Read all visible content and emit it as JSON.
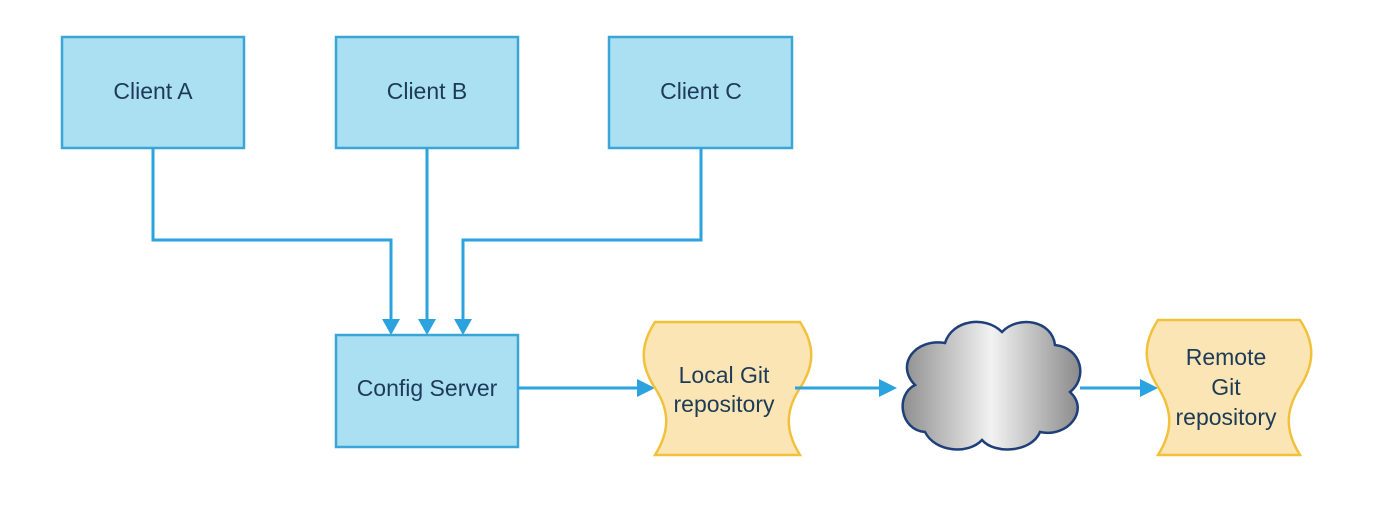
{
  "diagram": {
    "clients": [
      {
        "label": "Client A"
      },
      {
        "label": "Client B"
      },
      {
        "label": "Client C"
      }
    ],
    "config_server": {
      "label": "Config Server"
    },
    "local_repo": {
      "line1": "Local Git",
      "line2": "repository"
    },
    "cloud": {
      "label": ""
    },
    "remote_repo": {
      "line1": "Remote",
      "line2": "Git",
      "line3": "repository"
    }
  },
  "colors": {
    "box_fill": "#abdff2",
    "box_stroke": "#3aa6d8",
    "connector": "#2aa3df",
    "document_fill": "#fbe5b4",
    "document_stroke": "#f2c13b",
    "cloud_stroke": "#1e3f7a",
    "text": "#1d3b57"
  }
}
